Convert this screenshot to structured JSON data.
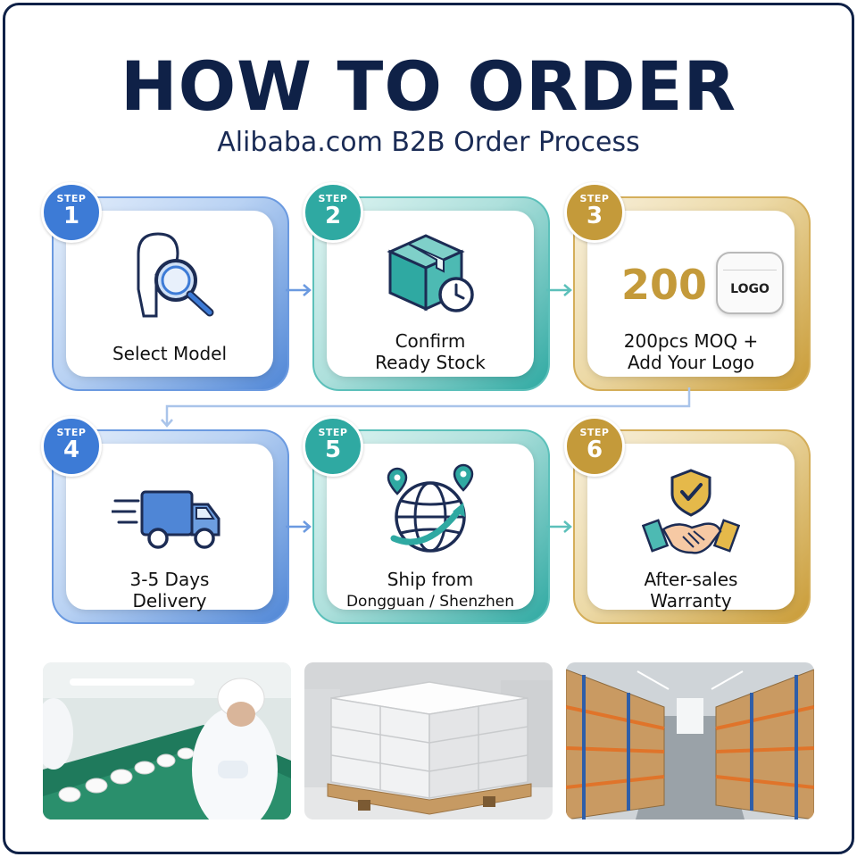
{
  "header": {
    "title": "HOW TO ORDER",
    "subtitle": "Alibaba.com B2B Order Process"
  },
  "steps": [
    {
      "step_word": "STEP",
      "number": "1",
      "line1": "Select Model",
      "line2": "",
      "icon": "earbud-search-icon",
      "theme": "blue"
    },
    {
      "step_word": "STEP",
      "number": "2",
      "line1": "Confirm",
      "line2": "Ready Stock",
      "icon": "box-clock-icon",
      "theme": "teal"
    },
    {
      "step_word": "STEP",
      "number": "3",
      "line1": "200pcs MOQ +",
      "line2": "Add Your Logo",
      "icon": "logo-case-icon",
      "theme": "gold",
      "icon_number": "200",
      "icon_logo": "LOGO"
    },
    {
      "step_word": "STEP",
      "number": "4",
      "line1": "3-5 Days",
      "line2": "Delivery",
      "icon": "truck-icon",
      "theme": "blue"
    },
    {
      "step_word": "STEP",
      "number": "5",
      "line1": "Ship from",
      "line2": "Dongguan / Shenzhen",
      "icon": "globe-pin-icon",
      "theme": "teal"
    },
    {
      "step_word": "STEP",
      "number": "6",
      "line1": "After-sales",
      "line2": "Warranty",
      "icon": "handshake-shield-icon",
      "theme": "gold"
    }
  ],
  "photos": [
    "factory-assembly-photo",
    "carton-pallet-photo",
    "warehouse-shelves-photo"
  ],
  "colors": {
    "navy": "#0f2147",
    "blue": "#3d7bd6",
    "teal": "#2fa9a2",
    "gold": "#c49a3a"
  }
}
